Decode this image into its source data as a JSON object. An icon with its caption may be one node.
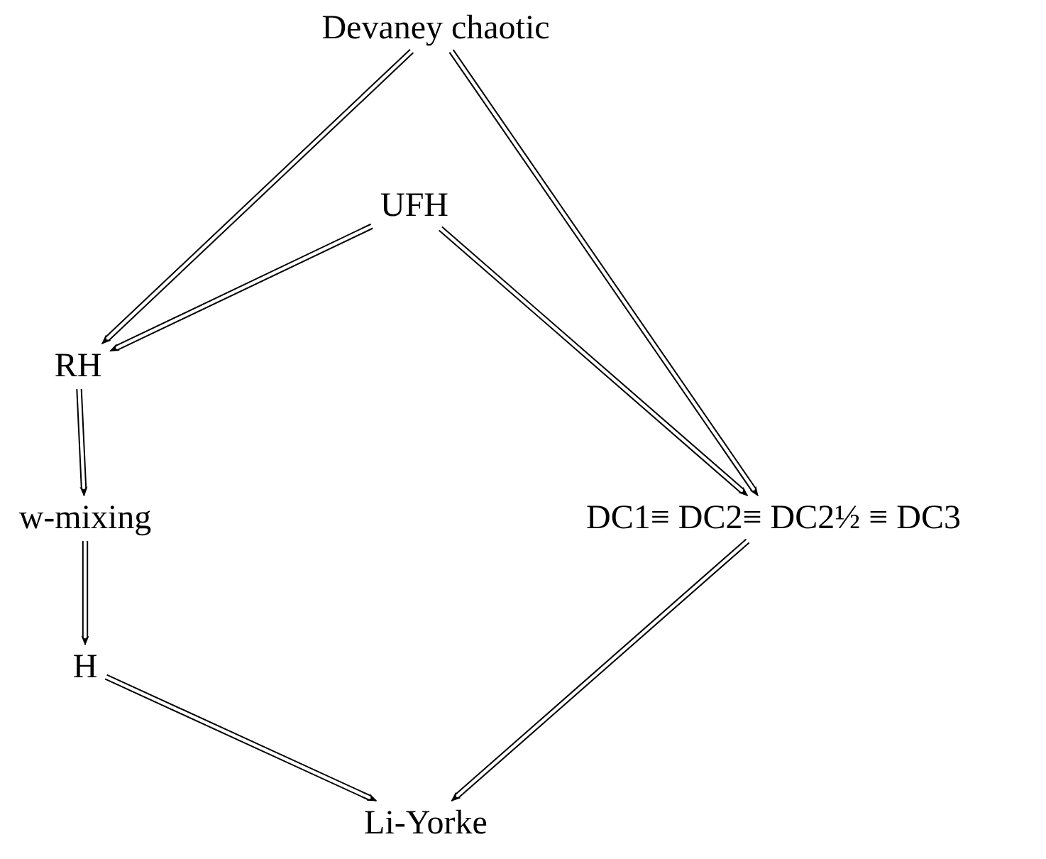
{
  "diagram": {
    "nodes": [
      {
        "text": [
          "Devaney chaotic"
        ]
      },
      {
        "text": [
          "UFH"
        ]
      },
      {
        "text": [
          "RH"
        ]
      },
      {
        "text": [
          "w-mixing"
        ]
      },
      {
        "text": [
          "DC1≡ DC2≡ DC2½ ≡ DC3"
        ]
      },
      {
        "text": [
          "H"
        ]
      },
      {
        "text": [
          "Li-Yorke"
        ]
      }
    ],
    "edges": [
      {
        "from": 0,
        "to": 2,
        "arrow": "to"
      },
      {
        "from": 1,
        "to": 2,
        "arrow": "to"
      },
      {
        "from": 0,
        "to": 4,
        "arrow": "to"
      },
      {
        "from": 1,
        "to": 4,
        "arrow": "to"
      },
      {
        "from": 2,
        "to": 3,
        "arrow": "to"
      },
      {
        "from": 3,
        "to": 5,
        "arrow": "to"
      },
      {
        "from": 5,
        "to": 6,
        "arrow": "to"
      },
      {
        "from": 4,
        "to": 6,
        "arrow": "to"
      }
    ]
  }
}
